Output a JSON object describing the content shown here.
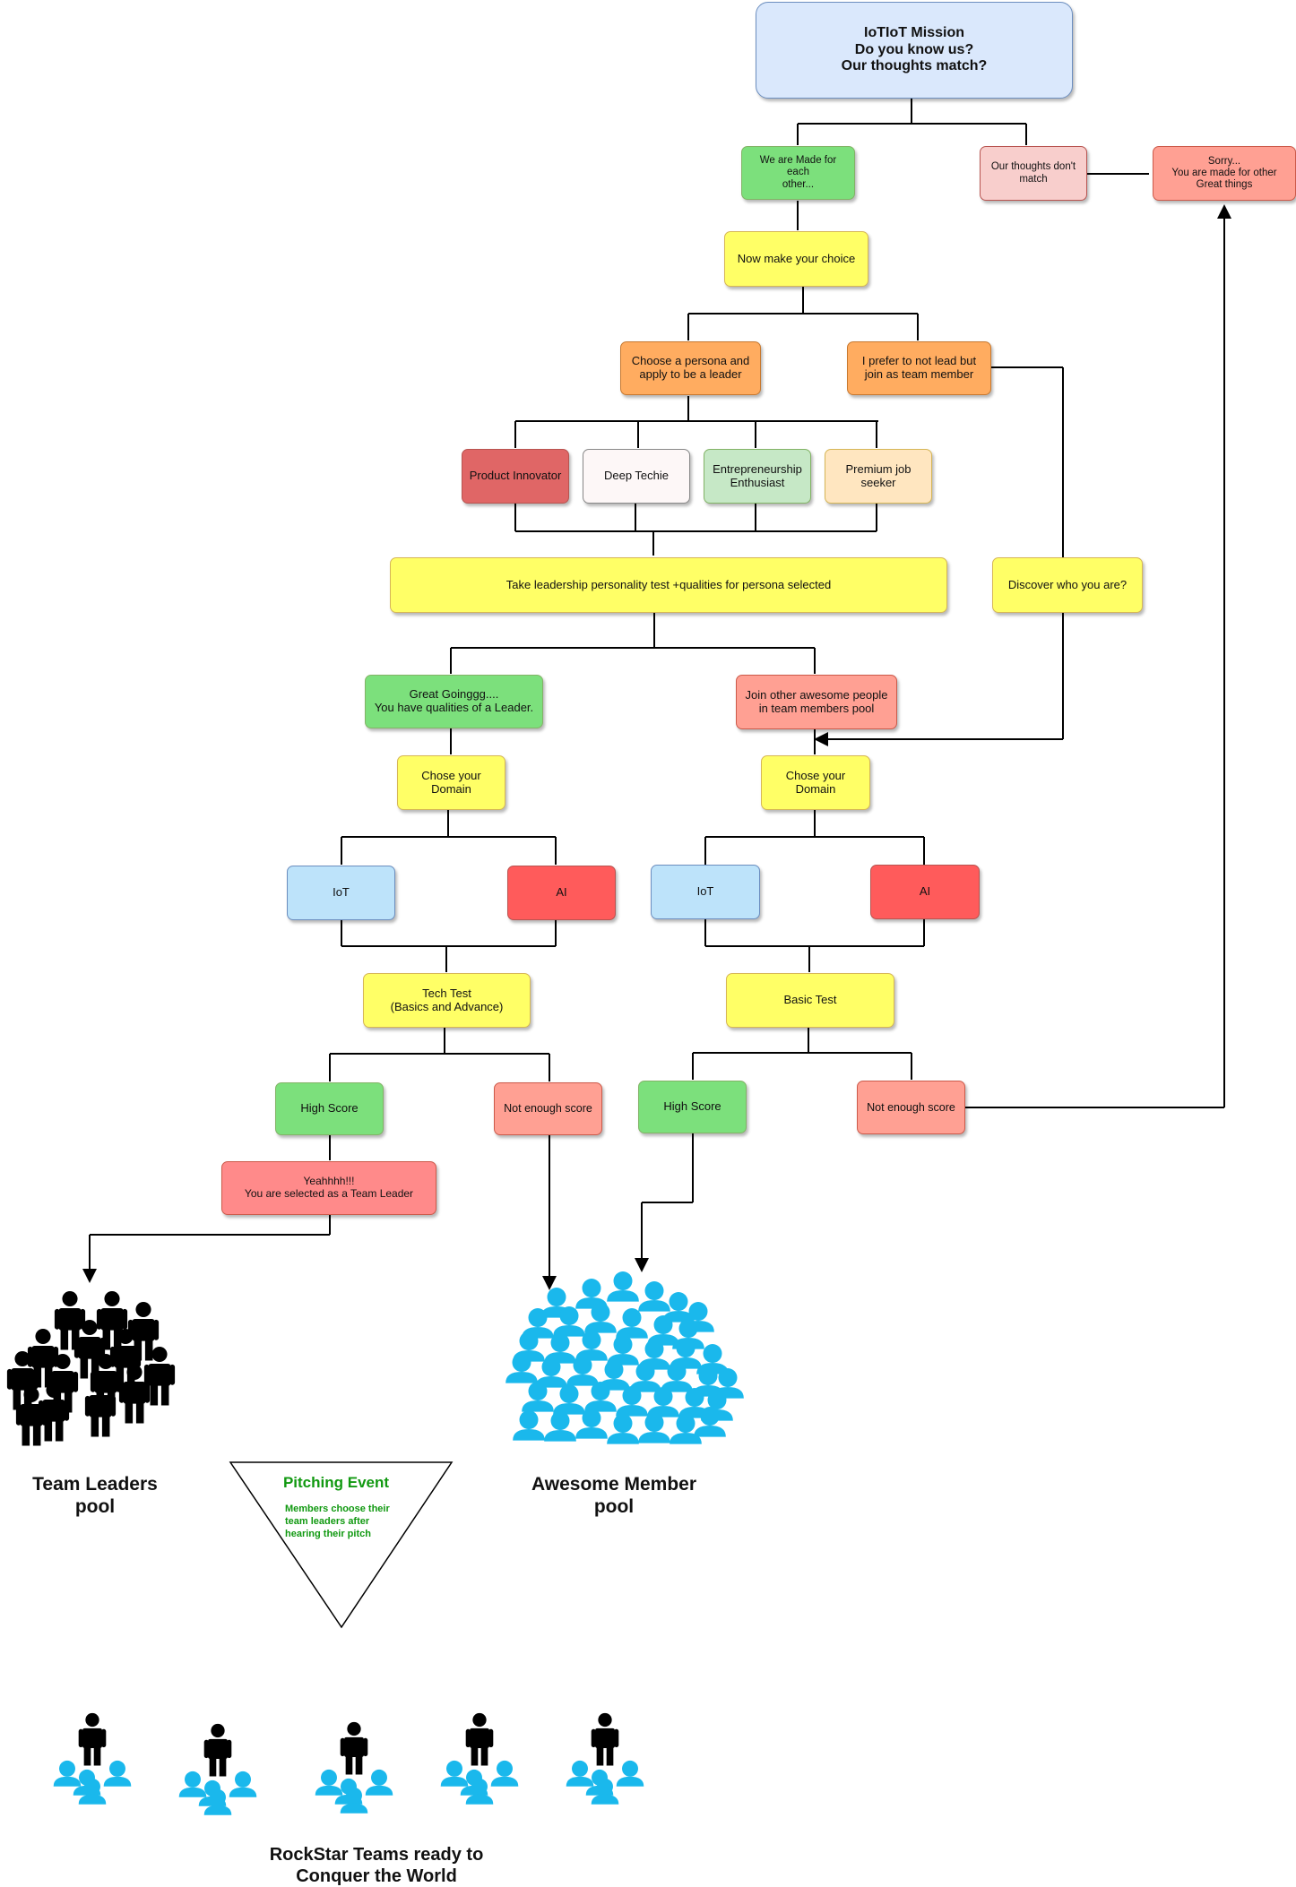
{
  "colors": {
    "blue": "#dae8fc",
    "blue_border": "#6c8ebf",
    "green": "#7ce07c",
    "green_border": "#82b366",
    "pink": "#f8cecc",
    "pink_border": "#b85450",
    "salmon": "#ffa093",
    "salmon_border": "#cc5a4a",
    "yellow": "#ffff66",
    "yellow_border": "#d6b656",
    "orange": "#ffac60",
    "orange_border": "#c7782f",
    "red_dark": "#e06666",
    "white_box": "#fdf7f7",
    "light_green": "#c6e8c6",
    "cream": "#ffe6c0",
    "light_blue": "#bde3fa",
    "red": "#ff5b5b",
    "member_blue": "#1ab8ec",
    "leader_black": "#000000",
    "pitching_green": "#119911"
  },
  "nodes": {
    "mission": "IoTIoT Mission\nDo you know us?\nOur thoughts match?",
    "made_for_each_other": "We are Made for each\nother...",
    "thoughts_dont_match": "Our thoughts don't\nmatch",
    "sorry": "Sorry...\nYou are made for other\nGreat things",
    "make_choice": "Now make your choice",
    "choose_persona": "Choose a persona and\napply to be a leader",
    "prefer_not_lead": "I prefer to not lead but\njoin as team member",
    "product_innovator": "Product Innovator",
    "deep_techie": "Deep Techie",
    "entrepreneurship": "Entrepreneurship\nEnthusiast",
    "premium_job": "Premium job\nseeker",
    "leadership_test": "Take leadership personality test +qualities for persona selected",
    "discover": "Discover who you are?",
    "great_going": "Great Goinggg....\nYou have qualities of a Leader.",
    "join_members": "Join other awesome people\nin team members pool",
    "domain_left": "Chose your\nDomain",
    "domain_right": "Chose your\nDomain",
    "iot_left": "IoT",
    "ai_left": "AI",
    "iot_right": "IoT",
    "ai_right": "AI",
    "tech_test": "Tech Test\n(Basics and Advance)",
    "basic_test": "Basic Test",
    "high_score_left": "High Score",
    "not_enough_left": "Not enough score",
    "high_score_right": "High Score",
    "not_enough_right": "Not enough score",
    "selected_leader": "Yeahhhh!!!\nYou are selected as a Team Leader"
  },
  "labels": {
    "team_leaders_pool": "Team Leaders\npool",
    "awesome_member_pool": "Awesome Member\npool",
    "pitching_title": "Pitching Event",
    "pitching_desc": "Members choose their\nteam leaders after\nhearing their pitch",
    "rockstar": "RockStar Teams ready to\nConquer the World"
  },
  "icons": {
    "leaders": "person-black-icon",
    "members": "person-blue-icon"
  }
}
